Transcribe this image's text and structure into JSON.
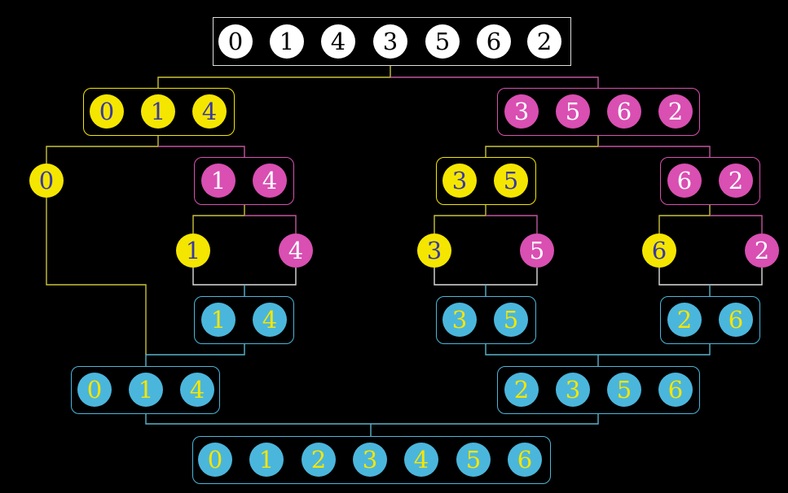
{
  "colors": {
    "background": "#000000",
    "white": "#ffffff",
    "yellow": "#f5e600",
    "pink": "#d94fb2",
    "blue": "#4bb6dc",
    "yellow_line": "#c9c23a",
    "pink_line": "#c0559e",
    "blue_line": "#58b4cc",
    "white_line": "#dddddd"
  },
  "groups": {
    "input": {
      "color": "white",
      "values": [
        "0",
        "1",
        "4",
        "3",
        "5",
        "6",
        "2"
      ]
    },
    "left_half": {
      "color": "yellow",
      "values": [
        "0",
        "1",
        "4"
      ]
    },
    "right_half": {
      "color": "pink",
      "values": [
        "3",
        "5",
        "6",
        "2"
      ]
    },
    "left_single": {
      "color": "yellow",
      "values": [
        "0"
      ]
    },
    "left_pair": {
      "color": "pink",
      "values": [
        "1",
        "4"
      ]
    },
    "right_pair_a": {
      "color": "yellow",
      "values": [
        "3",
        "5"
      ]
    },
    "right_pair_b": {
      "color": "pink",
      "values": [
        "6",
        "2"
      ]
    },
    "leaf_1": {
      "color": "yellow",
      "values": [
        "1"
      ]
    },
    "leaf_4": {
      "color": "pink",
      "values": [
        "4"
      ]
    },
    "leaf_3": {
      "color": "yellow",
      "values": [
        "3"
      ]
    },
    "leaf_5": {
      "color": "pink",
      "values": [
        "5"
      ]
    },
    "leaf_6": {
      "color": "yellow",
      "values": [
        "6"
      ]
    },
    "leaf_2": {
      "color": "pink",
      "values": [
        "2"
      ]
    },
    "merged_14": {
      "color": "blue",
      "values": [
        "1",
        "4"
      ]
    },
    "merged_35": {
      "color": "blue",
      "values": [
        "3",
        "5"
      ]
    },
    "merged_26": {
      "color": "blue",
      "values": [
        "2",
        "6"
      ]
    },
    "merged_014": {
      "color": "blue",
      "values": [
        "0",
        "1",
        "4"
      ]
    },
    "merged_2356": {
      "color": "blue",
      "values": [
        "2",
        "3",
        "5",
        "6"
      ]
    },
    "sorted": {
      "color": "blue",
      "values": [
        "0",
        "1",
        "2",
        "3",
        "4",
        "5",
        "6"
      ]
    }
  }
}
